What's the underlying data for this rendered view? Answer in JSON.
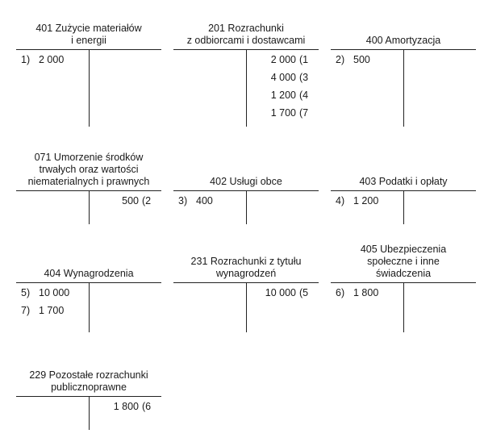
{
  "accounts": [
    {
      "title": "401 Zużycie materiałów\ni energii",
      "debit": [
        {
          "ref": "1)",
          "amount": "2 000"
        }
      ],
      "credit": []
    },
    {
      "title": "201 Rozrachunki\nz odbiorcami i dostawcami",
      "debit": [],
      "credit": [
        {
          "amount": "2 000",
          "ref": "(1"
        },
        {
          "amount": "4 000",
          "ref": "(3"
        },
        {
          "amount": "1 200",
          "ref": "(4"
        },
        {
          "amount": "1 700",
          "ref": "(7"
        }
      ]
    },
    {
      "title": "400 Amortyzacja",
      "debit": [
        {
          "ref": "2)",
          "amount": "500"
        }
      ],
      "credit": []
    },
    {
      "title": "071 Umorzenie środków\ntrwałych oraz wartości\nniematerialnych i prawnych",
      "debit": [],
      "credit": [
        {
          "amount": "500",
          "ref": "(2"
        }
      ]
    },
    {
      "title": "402 Usługi obce",
      "debit": [
        {
          "ref": "3)",
          "amount": "400"
        }
      ],
      "credit": []
    },
    {
      "title": "403 Podatki i opłaty",
      "debit": [
        {
          "ref": "4)",
          "amount": "1 200"
        }
      ],
      "credit": []
    },
    {
      "title": "404 Wynagrodzenia",
      "debit": [
        {
          "ref": "5)",
          "amount": "10 000"
        },
        {
          "ref": "7)",
          "amount": "1 700"
        }
      ],
      "credit": []
    },
    {
      "title": "231 Rozrachunki z tytułu\nwynagrodzeń",
      "debit": [],
      "credit": [
        {
          "amount": "10 000",
          "ref": "(5"
        }
      ]
    },
    {
      "title": "405 Ubezpieczenia\nspołeczne i inne\nświadczenia",
      "debit": [
        {
          "ref": "6)",
          "amount": "1 800"
        }
      ],
      "credit": []
    },
    {
      "title": "229 Pozostałe rozrachunki\npublicznoprawne",
      "debit": [],
      "credit": [
        {
          "amount": "1 800",
          "ref": "(6"
        }
      ]
    }
  ]
}
